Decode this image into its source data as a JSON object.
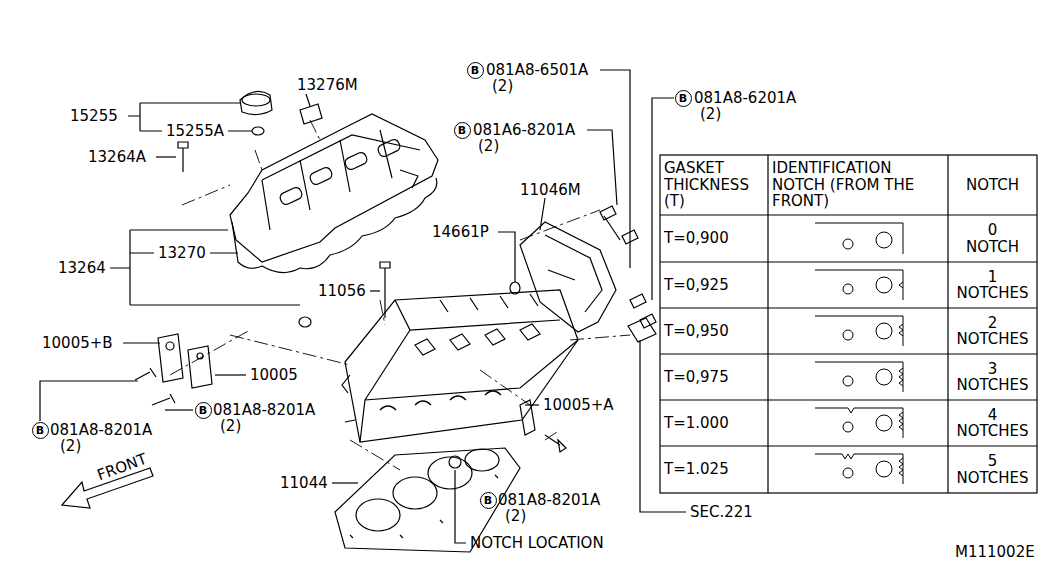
{
  "diagram": {
    "nodes": [
      {
        "text": [
          "B"
        ]
      },
      {
        "text": [
          "B"
        ]
      },
      {
        "text": [
          "B"
        ]
      },
      {
        "text": [
          "B"
        ]
      },
      {
        "text": [
          "B"
        ]
      },
      {
        "text": [
          "B"
        ]
      }
    ],
    "labels": [
      "15255",
      "15255A",
      "13276M",
      "13264A",
      "13264",
      "13270",
      "11056",
      "10005+B",
      "10005",
      "081A8-8201A",
      "(2)",
      "081A8-8201A",
      "(2)",
      "FRONT",
      "11044",
      "NOTCH LOCATION",
      "081A8-8201A",
      "(2)",
      "10005+A",
      "SEC.221",
      "14661P",
      "11046M",
      "081A8-6501A",
      "(2)",
      "081A6-8201A",
      "(2)",
      "081A8-6201A",
      "(2)",
      "GASKET THICKNESS (T)",
      "IDENTIFICATION NOTCH (FROM THE FRONT)",
      "NOTCH",
      "T=0,900",
      "0 NOTCH",
      "T=0,925",
      "1 NOTCHES",
      "T=0,950",
      "2 NOTCHES",
      "T=0,975",
      "3 NOTCHES",
      "T=1.000",
      "4 NOTCHES",
      "T=1.025",
      "5 NOTCHES",
      "M111002E"
    ]
  }
}
